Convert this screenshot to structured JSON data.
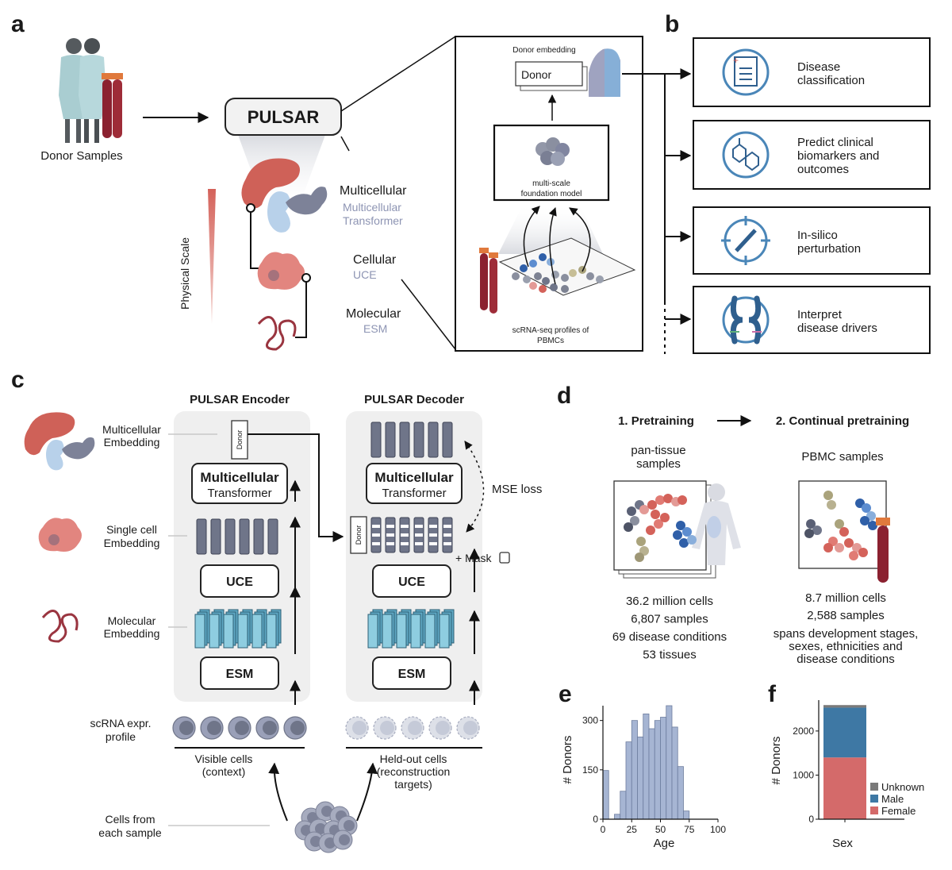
{
  "panel_labels": {
    "a": "a",
    "b": "b",
    "c": "c",
    "d": "d",
    "e": "e",
    "f": "f"
  },
  "a": {
    "donor_samples": "Donor Samples",
    "pulsar": "PULSAR",
    "physical_scale": "Physical Scale",
    "multicellular": "Multicellular",
    "multicellular_model_1": "Multicellular",
    "multicellular_model_2": "Transformer",
    "cellular": "Cellular",
    "cellular_model": "UCE",
    "molecular": "Molecular",
    "molecular_model": "ESM",
    "donor_embedding": "Donor embedding",
    "donor": "Donor",
    "fm_line1": "multi-scale",
    "fm_line2": "foundation model",
    "scrna_line1": "scRNA-seq profiles of",
    "scrna_line2": "PBMCs"
  },
  "b": {
    "tasks": [
      {
        "line1": "Disease",
        "line2": "classification",
        "line3": "",
        "icon": "document-icon"
      },
      {
        "line1": "Predict clinical",
        "line2": "biomarkers and",
        "line3": "outcomes",
        "icon": "molecule-icon"
      },
      {
        "line1": "In-silico",
        "line2": "perturbation",
        "line3": "",
        "icon": "crispr-target-icon"
      },
      {
        "line1": "Interpret",
        "line2": "disease drivers",
        "line3": "",
        "icon": "chromosome-icon"
      }
    ]
  },
  "c": {
    "encoder_title": "PULSAR Encoder",
    "decoder_title": "PULSAR Decoder",
    "mc_emb_1": "Multicellular",
    "mc_emb_2": "Embedding",
    "sc_emb_1": "Single cell",
    "sc_emb_2": "Embedding",
    "mol_emb_1": "Molecular",
    "mol_emb_2": "Embedding",
    "donor": "Donor",
    "mt_1": "Multicellular",
    "mt_2": "Transformer",
    "uce": "UCE",
    "esm": "ESM",
    "mse_loss": "MSE loss",
    "mask": "+ Mask",
    "scrna_1": "scRNA expr.",
    "scrna_2": "profile",
    "visible_1": "Visible cells",
    "visible_2": "(context)",
    "heldout_1": "Held-out cells",
    "heldout_2": "(reconstruction",
    "heldout_3": "targets)",
    "cells_from_1": "Cells from",
    "cells_from_2": "each sample"
  },
  "d": {
    "step1": "1. Pretraining",
    "step2": "2. Continual pretraining",
    "pan_1": "pan-tissue",
    "pan_2": "samples",
    "pbmc": "PBMC samples",
    "stats1": [
      "36.2 million cells",
      "6,807 samples",
      "69 disease conditions",
      "53 tissues"
    ],
    "stats2": [
      "8.7 million cells",
      "2,588 samples",
      "spans development stages,",
      "sexes, ethnicities and",
      "disease conditions"
    ]
  },
  "colors": {
    "bar": "#a6b5d3",
    "bar_edge": "#6d7d9e",
    "female": "#d46a6a",
    "male": "#3e78a4",
    "unknown": "#7a7a7a",
    "cell_red": "#d4625a",
    "cell_blue": "#2f5fa8",
    "slate": "#6f7589"
  },
  "chart_data": [
    {
      "type": "bar",
      "title": "",
      "xlabel": "Age",
      "ylabel": "# Donors",
      "x_ticks": [
        "0",
        "25",
        "50",
        "75",
        "100"
      ],
      "y_ticks": [
        "0",
        "150",
        "300"
      ],
      "xlim": [
        0,
        100
      ],
      "ylim": [
        0,
        345
      ],
      "bin_width": 5,
      "bin_starts": [
        0,
        5,
        10,
        15,
        20,
        25,
        30,
        35,
        40,
        45,
        50,
        55,
        60,
        65,
        70,
        75,
        80,
        85,
        90,
        95
      ],
      "values": [
        148,
        0,
        15,
        85,
        235,
        300,
        250,
        320,
        275,
        300,
        310,
        345,
        280,
        160,
        25,
        0,
        0,
        0,
        0,
        0
      ]
    },
    {
      "type": "bar",
      "stacked": true,
      "title": "",
      "xlabel": "Sex",
      "ylabel": "# Donors",
      "y_ticks": [
        "0",
        "1000",
        "2000"
      ],
      "ylim": [
        0,
        2700
      ],
      "categories": [
        ""
      ],
      "series": [
        {
          "name": "Female",
          "values": [
            1400
          ]
        },
        {
          "name": "Male",
          "values": [
            1130
          ]
        },
        {
          "name": "Unknown",
          "values": [
            58
          ]
        }
      ],
      "legend": [
        "Unknown",
        "Male",
        "Female"
      ]
    }
  ]
}
